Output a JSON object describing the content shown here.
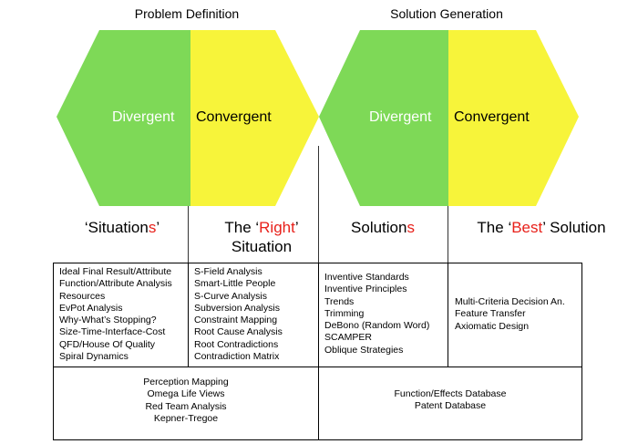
{
  "phases": [
    {
      "title": "Problem Definition",
      "divergent": "Divergent",
      "convergent": "Convergent"
    },
    {
      "title": "Solution Generation",
      "divergent": "Divergent",
      "convergent": "Convergent"
    }
  ],
  "headings": {
    "situations": {
      "pre": "‘Situation",
      "hl": "s",
      "post": "’"
    },
    "right_situation": {
      "pre": "The ‘",
      "hl": "Right",
      "post": "’",
      "line2": "Situation"
    },
    "solutions": {
      "pre": "Solution",
      "hl": "s"
    },
    "best_solution": {
      "pre": "The ‘",
      "hl": "Best",
      "post": "’ Solution"
    }
  },
  "boxes": {
    "situations_tools": [
      "Ideal Final Result/Attribute",
      "Function/Attribute Analysis",
      "Resources",
      "EvPot Analysis",
      "Why-What’s Stopping?",
      "Size-Time-Interface-Cost",
      "QFD/House Of Quality",
      "Spiral Dynamics"
    ],
    "right_situation_tools": [
      "S-Field Analysis",
      "Smart-Little People",
      "S-Curve Analysis",
      "Subversion Analysis",
      "Constraint Mapping",
      "Root Cause Analysis",
      "Root Contradictions",
      "Contradiction Matrix"
    ],
    "solutions_tools": [
      "Inventive Standards",
      "Inventive Principles",
      "Trends",
      "Trimming",
      "DeBono (Random Word)",
      "SCAMPER",
      "Oblique Strategies"
    ],
    "best_solution_tools": [
      "Multi-Criteria Decision An.",
      "Feature Transfer",
      "Axiomatic Design"
    ],
    "problem_shared": [
      "Perception Mapping",
      "Omega Life Views",
      "Red Team Analysis",
      "Kepner-Tregoe"
    ],
    "solution_shared": [
      "Function/Effects Database",
      "Patent Database"
    ]
  },
  "colors": {
    "divergent_green": "#7ed957",
    "convergent_yellow": "#f7f43a",
    "highlight_red": "#e8201a"
  }
}
